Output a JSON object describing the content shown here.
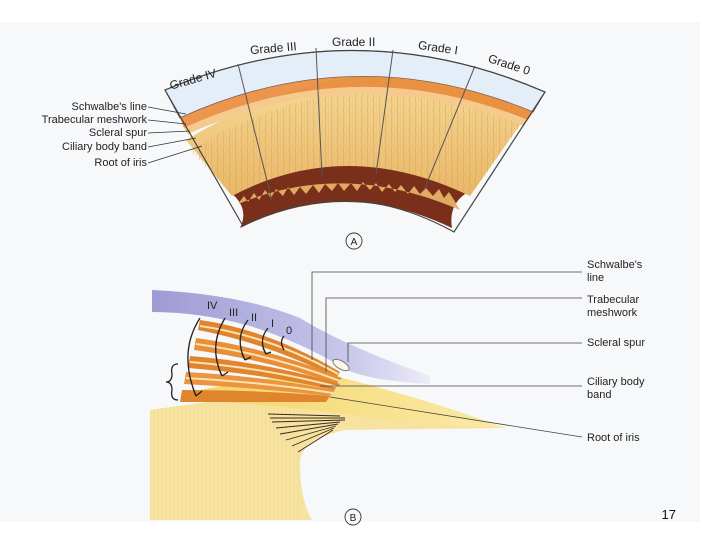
{
  "panel_a": {
    "caption": "A",
    "grades": [
      "Grade IV",
      "Grade III",
      "Grade II",
      "Grade I",
      "Grade 0"
    ],
    "labels": [
      "Schwalbe's line",
      "Trabecular meshwork",
      "Scleral spur",
      "Ciliary body band",
      "Root of iris"
    ]
  },
  "panel_b": {
    "caption": "B",
    "grade_marks": [
      "IV",
      "III",
      "II",
      "I",
      "0"
    ],
    "labels": [
      {
        "line1": "Schwalbe's",
        "line2": "line"
      },
      {
        "line1": "Trabecular",
        "line2": "meshwork"
      },
      {
        "line1": "Scleral spur",
        "line2": ""
      },
      {
        "line1": "Ciliary body",
        "line2": "band"
      },
      {
        "line1": "Root of iris",
        "line2": ""
      }
    ]
  },
  "page_number": "17"
}
